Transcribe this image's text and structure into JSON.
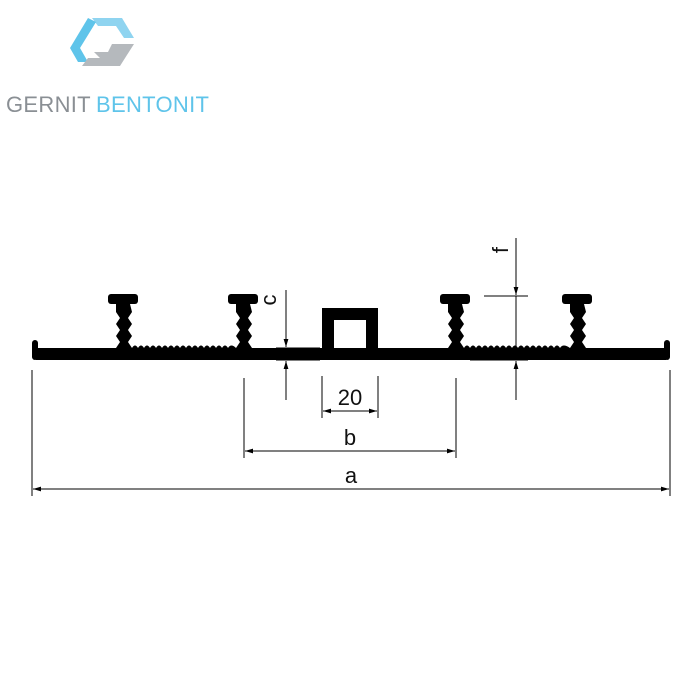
{
  "brand": {
    "name_part1": "GERNIT",
    "name_part2": "BENTONIT",
    "icon": "hexagon-g-logo-icon",
    "colors": {
      "gray": "#8a8f94",
      "blue": "#5fc4ea",
      "light_blue": "#8fd4f0",
      "light_gray": "#b5b9bd"
    }
  },
  "drawing": {
    "profile_color": "#000000",
    "dimensions": {
      "a": "a",
      "b": "b",
      "c": "c",
      "f": "f",
      "bulb_width": "20"
    }
  }
}
